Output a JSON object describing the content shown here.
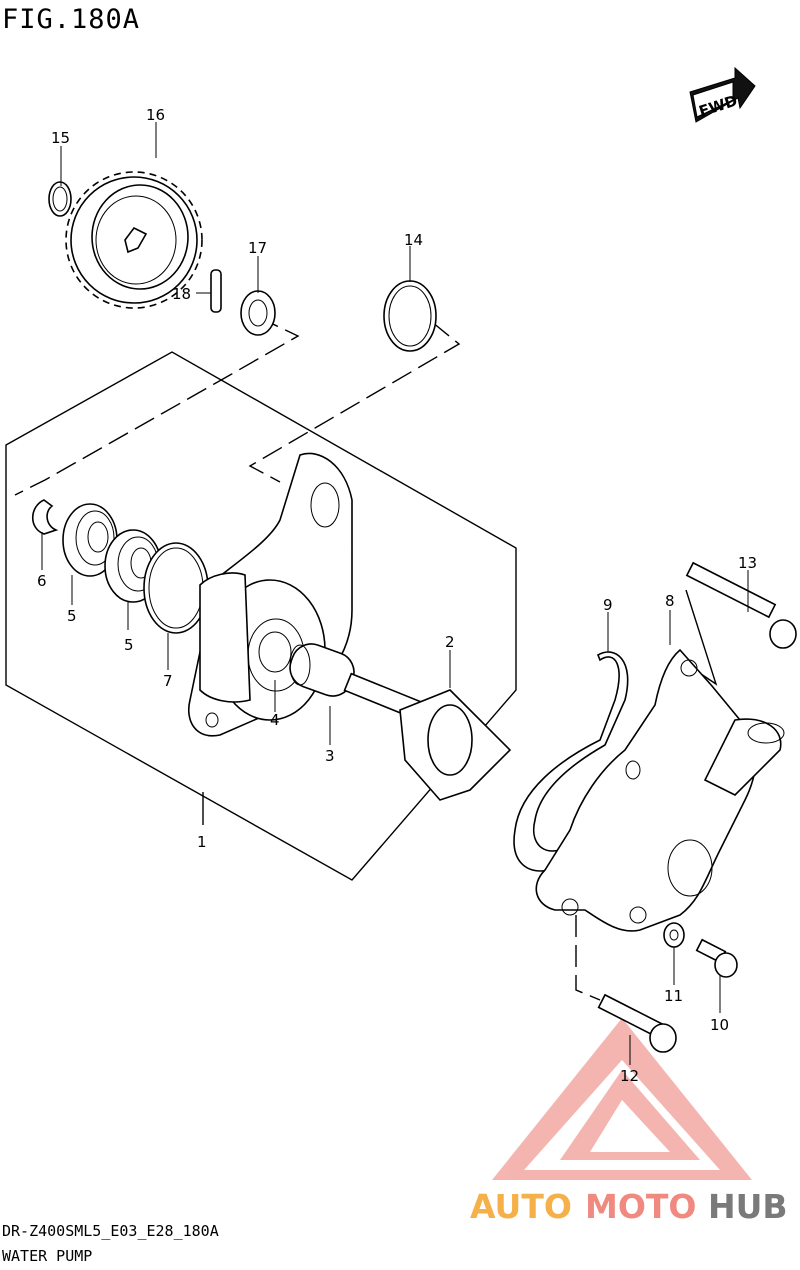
{
  "figure": {
    "title": "FIG.180A",
    "model_code": "DR-Z400SML5_E03_E28_180A",
    "section_name": "WATER PUMP"
  },
  "fwd_marker": "FWD",
  "callouts": [
    {
      "label": "1"
    },
    {
      "label": "2"
    },
    {
      "label": "3"
    },
    {
      "label": "4"
    },
    {
      "label": "5"
    },
    {
      "label": "5"
    },
    {
      "label": "6"
    },
    {
      "label": "7"
    },
    {
      "label": "8"
    },
    {
      "label": "9"
    },
    {
      "label": "10"
    },
    {
      "label": "11"
    },
    {
      "label": "12"
    },
    {
      "label": "13"
    },
    {
      "label": "14"
    },
    {
      "label": "15"
    },
    {
      "label": "16"
    },
    {
      "label": "17"
    },
    {
      "label": "18"
    }
  ],
  "watermark": {
    "brand_part_1": "AUTO",
    "brand_part_2": "MOTO",
    "brand_part_3": "HUB",
    "color_1": "#f5b04a",
    "color_2": "#f08a80",
    "color_3": "#7a7a7a"
  }
}
